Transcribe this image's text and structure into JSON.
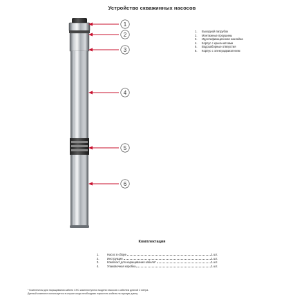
{
  "title": "Устройство скважинных насосов",
  "callouts": [
    "1",
    "2",
    "3",
    "4",
    "5",
    "6"
  ],
  "legend": [
    {
      "num": "1.",
      "text": "Выходной патрубок"
    },
    {
      "num": "2.",
      "text": "Монтажные проушины"
    },
    {
      "num": "3.",
      "text": "Идентификационная наклейка"
    },
    {
      "num": "4.",
      "text": "Корпус с крыльчатками"
    },
    {
      "num": "5.",
      "text": "Водозаборные отверстия"
    },
    {
      "num": "6.",
      "text": "Корпус с электродвигателем"
    }
  ],
  "kit": {
    "title": "Комплектация",
    "items": [
      {
        "num": "1.",
        "name": "Насос в сборе",
        "qty": "1 шт."
      },
      {
        "num": "2.",
        "name": "Инструкция",
        "qty": "1 шт."
      },
      {
        "num": "3.",
        "name": "Комплект для наращивания кабеля*",
        "qty": "1 шт."
      },
      {
        "num": "4.",
        "name": "Упаковочная коробка",
        "qty": "1 шт."
      }
    ]
  },
  "footnote": [
    "* Комплектом для наращивания кабеля СНС комплектуются модели насосов с кабелем длиной 2 метра.",
    "Данный комплект используется в случае когда необходимо нарастить кабель на нужную длину."
  ],
  "colors": {
    "arrow": "#c8102e",
    "text": "#222222"
  }
}
